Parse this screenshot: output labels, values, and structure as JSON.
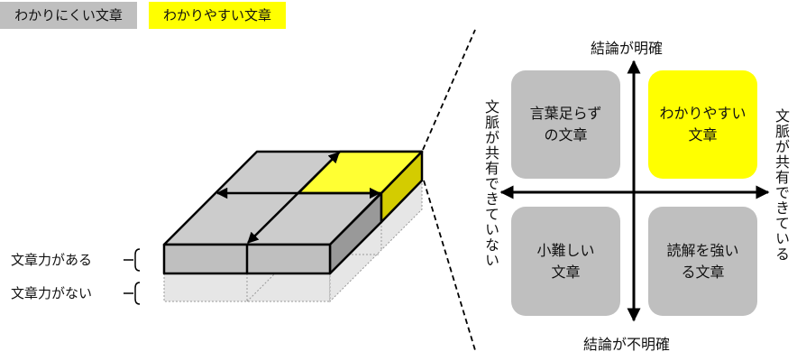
{
  "legend": {
    "unclear": "わかりにくい文章",
    "clear": "わかりやすい文章"
  },
  "layers": {
    "has_skill": "文章力がある",
    "no_skill": "文章力がない"
  },
  "axes": {
    "top": "結論が明確",
    "bottom": "結論が不明確",
    "left": "文脈が共有できていない",
    "right": "文脈が共有できている"
  },
  "quadrants": {
    "top_left": [
      "言葉足らず",
      "の文章"
    ],
    "top_right": [
      "わかりやすい",
      "文章"
    ],
    "bottom_left": [
      "小難しい",
      "文章"
    ],
    "bottom_right": [
      "読解を強い",
      "る文章"
    ]
  },
  "colors": {
    "gray": "#bfbfbf",
    "yellow": "#ffff00"
  }
}
